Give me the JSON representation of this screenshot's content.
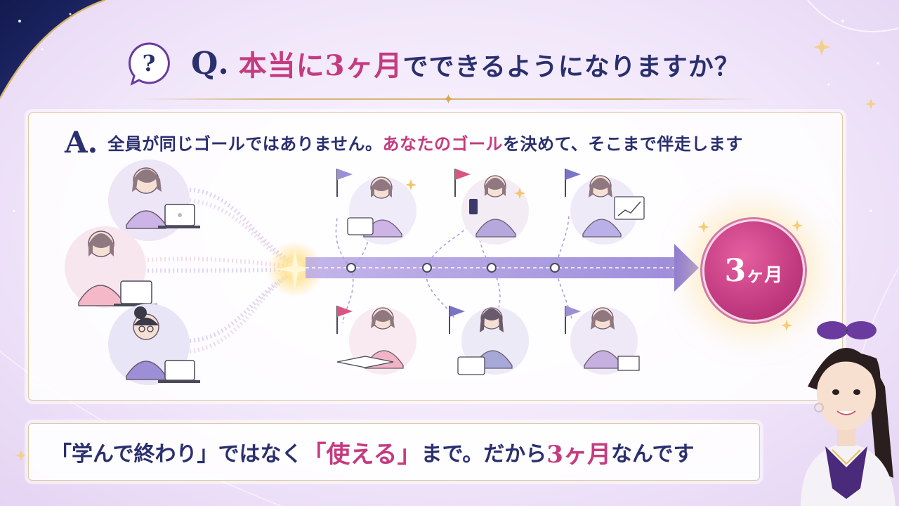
{
  "question": {
    "prefix": "Q",
    "dot": ".",
    "highlight": "本当に3ヶ月",
    "rest": "でできるようになりますか？"
  },
  "question_icon": {
    "glyph": "?",
    "icon": "question-bubble-icon"
  },
  "answer": {
    "prefix": "A",
    "dot": ".",
    "part1": "全員が同じゴールではありません。",
    "highlight": "あなたのゴール",
    "part2": "を決めて、そこまで伴走します"
  },
  "badge": {
    "number": "3",
    "unit": "ヶ月"
  },
  "bottom": {
    "part1": "「学んで終わり」ではなく",
    "highlight": "「使える」",
    "part2": "まで。だから",
    "highlight2": "3ヶ月",
    "part3": "なんです"
  },
  "colors": {
    "navy": "#2a2f6e",
    "pink": "#c43b7f",
    "lavender": "#9c8fd6",
    "gold": "#d7b57a"
  },
  "illustration": {
    "learners_left": [
      "learner-laptop-icon",
      "learner-thinking-icon",
      "learner-glasses-icon"
    ],
    "goals_top": [
      "goal-laptop-icon",
      "goal-phone-icon",
      "goal-chart-icon"
    ],
    "goals_bottom": [
      "goal-notebook-icon",
      "goal-computer-icon",
      "goal-celebrate-icon"
    ],
    "goal_marker": "flag-icon",
    "timeline_icon": "arrow-right-icon"
  }
}
